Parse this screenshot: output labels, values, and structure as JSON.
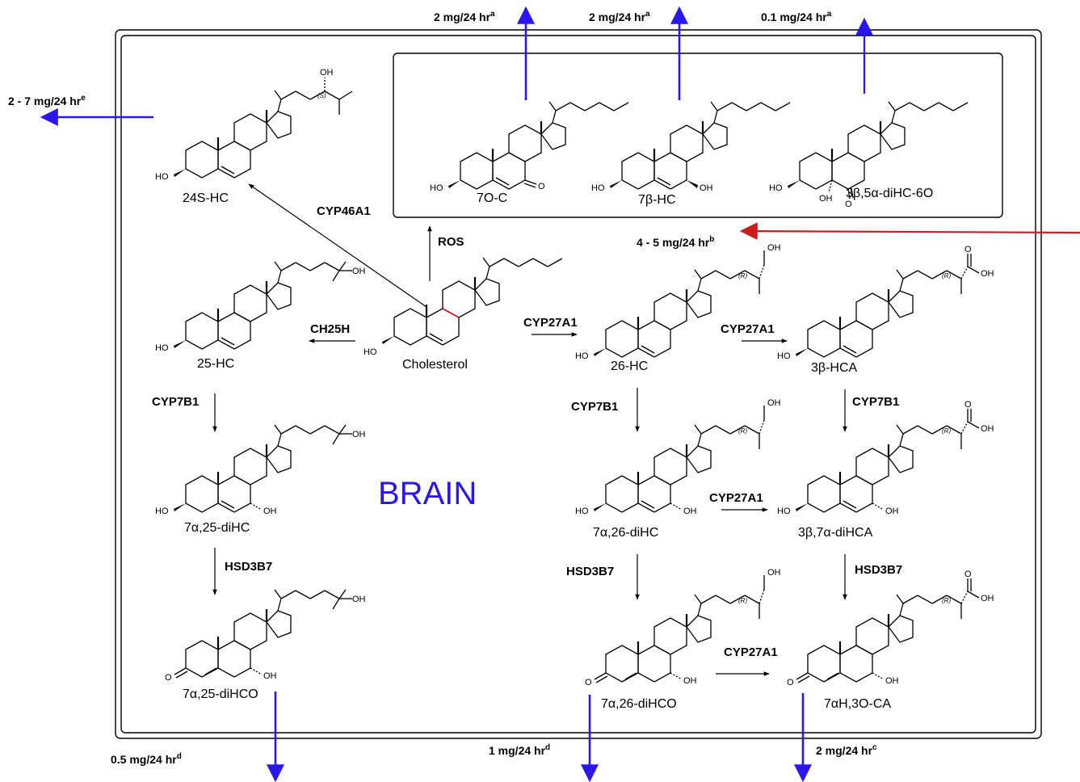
{
  "organ_label": "BRAIN",
  "colors": {
    "efflux_arrow": "#2a16ee",
    "influx_arrow": "#cc1c1c",
    "brain_label": "#2a16ee",
    "highlight_bond": "#cc1c1c"
  },
  "compounds": {
    "hc24s": "24S-HC",
    "oc7": "7O-C",
    "hc7b": "7β-HC",
    "dihc6o": "3β,5α-diHC-6O",
    "hc25": "25-HC",
    "cholesterol": "Cholesterol",
    "hc26": "26-HC",
    "hca3b": "3β-HCA",
    "dihc725": "7α,25-diHC",
    "dihc726": "7α,26-diHC",
    "dihca": "3β,7α-diHCA",
    "dihco725": "7α,25-diHCO",
    "dihco726": "7α,26-diHCO",
    "oca": "7αH,3O-CA"
  },
  "enzymes": {
    "cyp46a1": "CYP46A1",
    "ros": "ROS",
    "ch25h": "CH25H",
    "cyp27a1_a": "CYP27A1",
    "cyp27a1_b": "CYP27A1",
    "cyp7b1_a": "CYP7B1",
    "cyp7b1_b": "CYP7B1",
    "cyp7b1_c": "CYP7B1",
    "cyp27a1_c": "CYP27A1",
    "cyp27a1_d": "CYP27A1",
    "hsd3b7_a": "HSD3B7",
    "hsd3b7_b": "HSD3B7",
    "hsd3b7_c": "HSD3B7"
  },
  "fluxes": {
    "f_7oc": {
      "value": "2 mg/24 hr",
      "note": "a"
    },
    "f_7bhc": {
      "value": "2 mg/24 hr",
      "note": "a"
    },
    "f_dihc6o": {
      "value": "0.1 mg/24 hr",
      "note": "a"
    },
    "f_24shc": {
      "value": "2 - 7 mg/24 hr",
      "note": "e"
    },
    "f_26hc_in": {
      "value": "4 - 5 mg/24 hr",
      "note": "b"
    },
    "f_725dihco": {
      "value": "0.5 mg/24 hr",
      "note": "d"
    },
    "f_726dihco": {
      "value": "1 mg/24 hr",
      "note": "d"
    },
    "f_oca": {
      "value": "2 mg/24 hr",
      "note": "c"
    }
  },
  "atoms": {
    "oh": "OH",
    "ho": "HO",
    "o": "O",
    "s": "(S)",
    "r": "(R)"
  }
}
